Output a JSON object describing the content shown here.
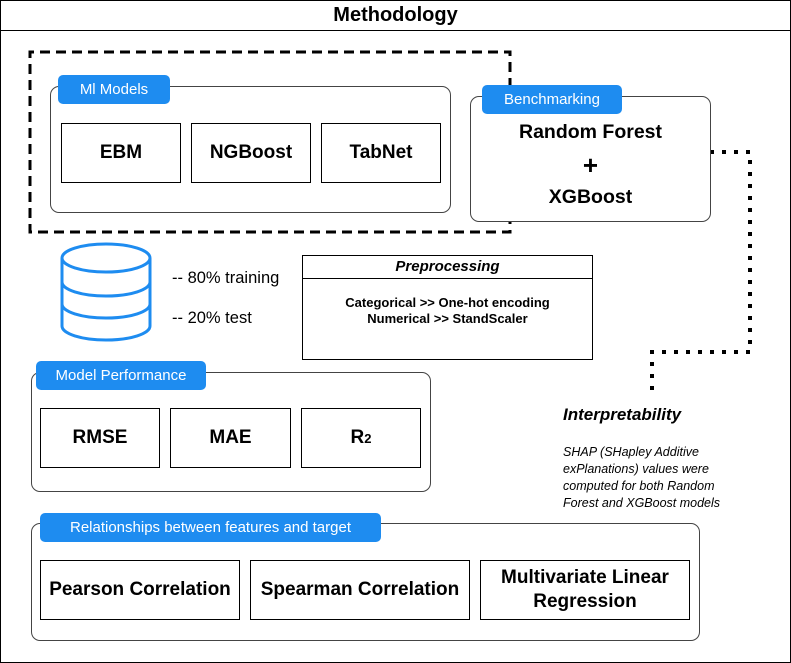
{
  "title": "Methodology",
  "ml_models": {
    "tag": "Ml Models",
    "items": [
      "EBM",
      "NGBoost",
      "TabNet"
    ]
  },
  "benchmarking": {
    "tag": "Benchmarking",
    "line1": "Random Forest",
    "plus": "+",
    "line2": "XGBoost"
  },
  "split": {
    "training": "-- 80% training",
    "test": "-- 20% test"
  },
  "preprocessing": {
    "title": "Preprocessing",
    "line1": "Categorical >> One-hot encoding",
    "line2": "Numerical >> StandScaler"
  },
  "model_performance": {
    "tag": "Model Performance",
    "metrics": [
      "RMSE",
      "MAE",
      "R"
    ],
    "r_superscript": "2"
  },
  "interpretability": {
    "title": "Interpretability",
    "description": "SHAP (SHapley Additive exPlanations) values were computed for both Random Forest and XGBoost models"
  },
  "relationships": {
    "tag": "Relationships between features and target",
    "items": [
      "Pearson Correlation",
      "Spearman Correlation",
      "Multivariate Linear Regression"
    ]
  }
}
